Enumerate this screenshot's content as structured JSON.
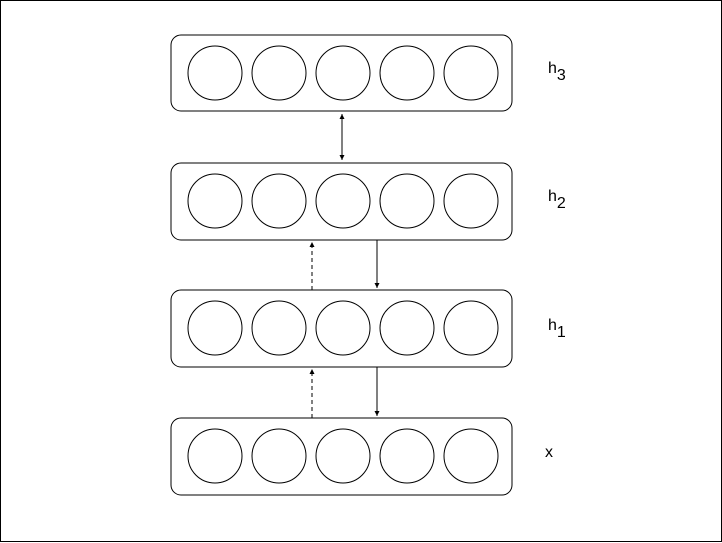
{
  "diagram": {
    "layers": [
      {
        "id": "h3",
        "label": "h",
        "subscript": "3",
        "units": 5
      },
      {
        "id": "h2",
        "label": "h",
        "subscript": "2",
        "units": 5
      },
      {
        "id": "h1",
        "label": "h",
        "subscript": "1",
        "units": 5
      },
      {
        "id": "x",
        "label": "x",
        "subscript": "",
        "units": 5
      }
    ],
    "connections": [
      {
        "from": "h2",
        "to": "h3",
        "style": "solid",
        "direction": "bidirectional"
      },
      {
        "from": "h1",
        "to": "h2",
        "style": "dashed",
        "direction": "up"
      },
      {
        "from": "h2",
        "to": "h1",
        "style": "solid",
        "direction": "down"
      },
      {
        "from": "x",
        "to": "h1",
        "style": "dashed",
        "direction": "up"
      },
      {
        "from": "h1",
        "to": "x",
        "style": "solid",
        "direction": "down"
      }
    ],
    "colors": {
      "stroke": "#000000",
      "background": "#ffffff"
    }
  }
}
